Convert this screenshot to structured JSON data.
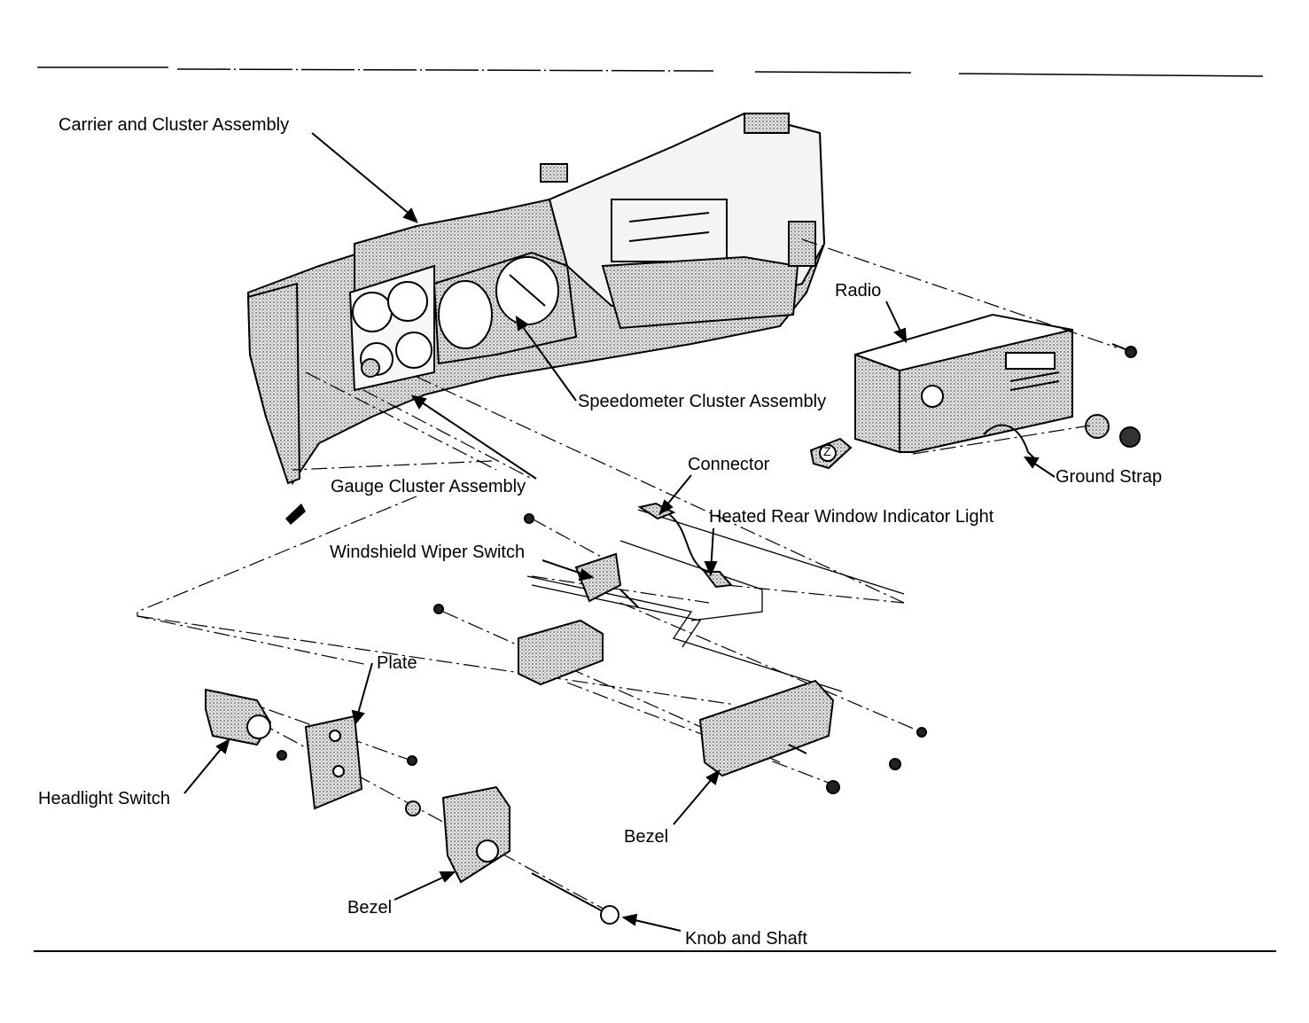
{
  "labels": {
    "carrier": "Carrier and Cluster Assembly",
    "radio": "Radio",
    "speedometer": "Speedometer Cluster Assembly",
    "connector": "Connector",
    "ground_strap": "Ground Strap",
    "gauge_cluster": "Gauge Cluster Assembly",
    "heated_rear": "Heated Rear Window Indicator Light",
    "wiper_switch": "Windshield Wiper Switch",
    "plate": "Plate",
    "headlight_switch": "Headlight Switch",
    "bezel_right": "Bezel",
    "bezel_left": "Bezel",
    "knob_shaft": "Knob and Shaft"
  },
  "view_marker": "Z",
  "colors": {
    "ink": "#000000",
    "paper": "#ffffff",
    "shade": "#bdbdbd"
  }
}
